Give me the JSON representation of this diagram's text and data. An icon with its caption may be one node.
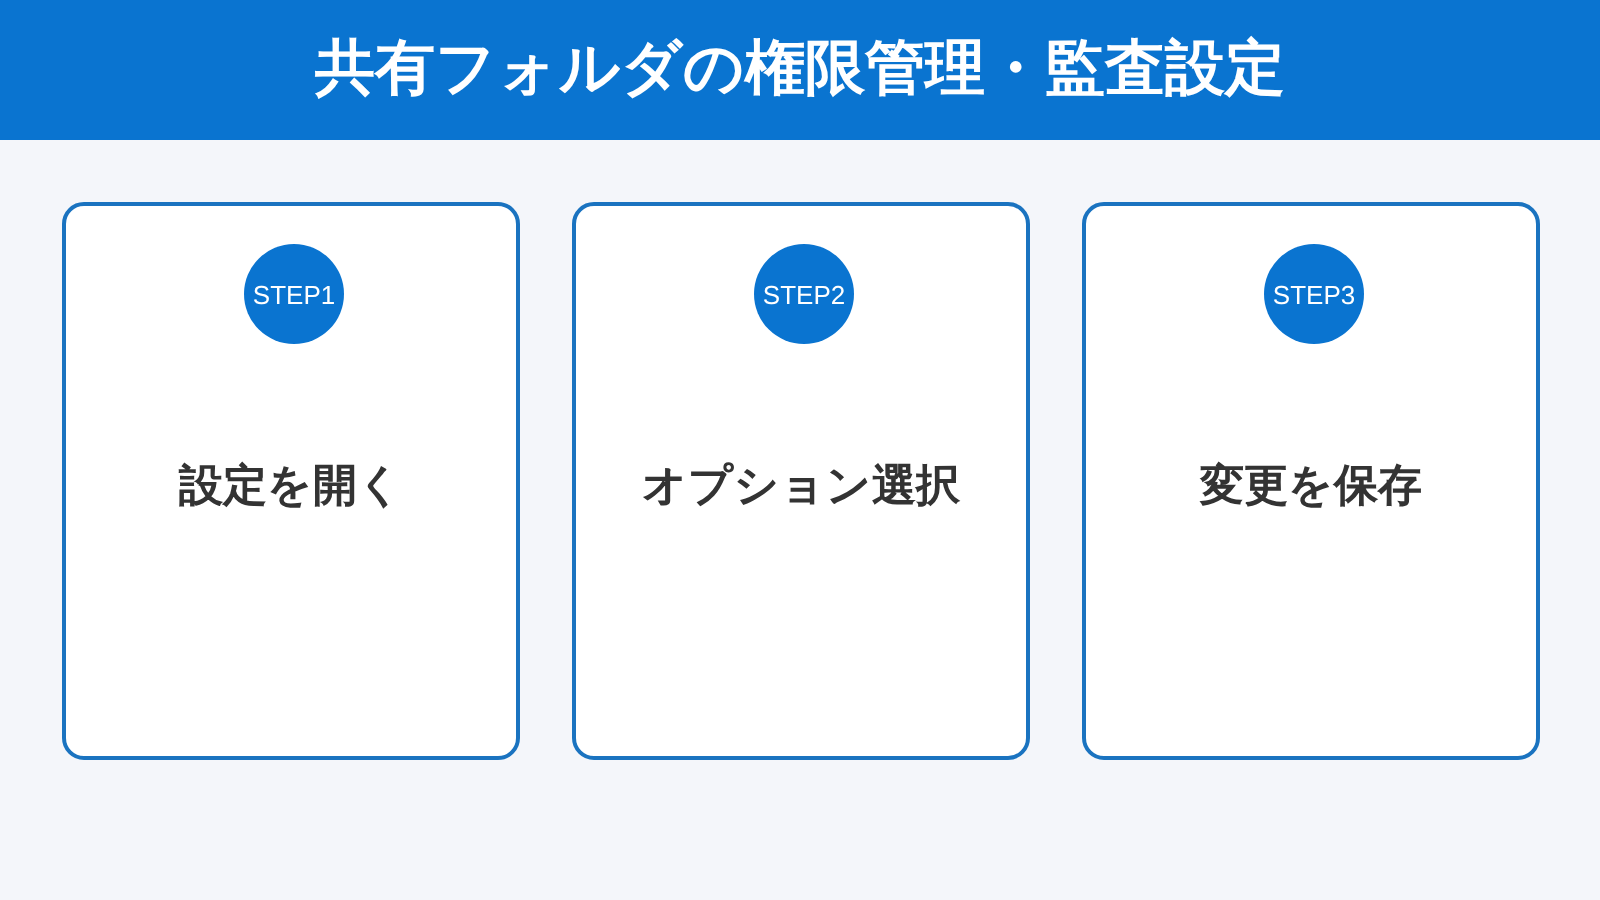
{
  "diagram": {
    "title": "共有フォルダの権限管理・監査設定",
    "nodes": [
      {
        "text": [
          "設定を開く"
        ]
      },
      {
        "text": [
          "STEP1"
        ],
        "in": 0
      },
      {
        "text": [
          "オプション選択"
        ]
      },
      {
        "text": [
          "STEP2"
        ],
        "in": 2
      },
      {
        "text": [
          "変更を保存"
        ]
      },
      {
        "text": [
          "STEP3"
        ],
        "in": 4
      }
    ]
  }
}
